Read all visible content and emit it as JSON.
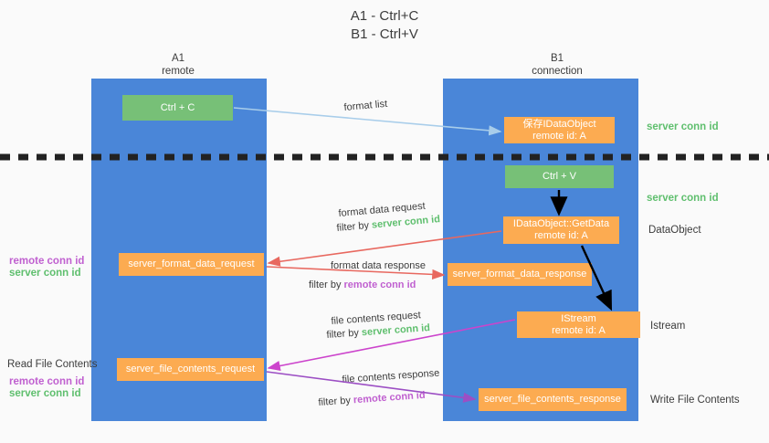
{
  "title": {
    "line1": "A1 - Ctrl+C",
    "line2": "B1 - Ctrl+V"
  },
  "columns": [
    {
      "name": "A1",
      "sub": "remote"
    },
    {
      "name": "B1",
      "sub": "connection"
    }
  ],
  "colors": {
    "lane": "#4a86d8",
    "green_box": "#77c077",
    "orange_box": "#fcab51",
    "server_conn_id": "#5fbf6e",
    "remote_conn_id": "#c060d0",
    "blue_arrow": "#a8cdea",
    "red_arrow": "#e8685f",
    "magenta_arrow": "#cc44cc",
    "purple_arrow": "#9c4fc4",
    "black_arrow": "#000000",
    "background": "#fafafa"
  },
  "boxes": {
    "ctrl_c": "Ctrl + C",
    "ctrl_v": "Ctrl + V",
    "save_dataobject": "保存IDataObject\nremote id: A",
    "getdata": "IDataObject::GetData\nremote id: A",
    "istream": "IStream\nremote id: A",
    "server_format_data_request": "server_format_data_request",
    "server_format_data_response": "server_format_data_response",
    "server_file_contents_request": "server_file_contents_request",
    "server_file_contents_response": "server_file_contents_response"
  },
  "right_labels": {
    "server_conn_id_1": "server conn id",
    "server_conn_id_2": "server conn id",
    "dataobject": "DataObject",
    "istream": "Istream",
    "write_file_contents": "Write File Contents"
  },
  "left_labels": {
    "remote_conn_id_1": "remote conn id",
    "server_conn_id_1": "server conn id",
    "read_file_contents": "Read File Contents",
    "remote_conn_id_2": "remote conn id",
    "server_conn_id_2": "server conn id"
  },
  "mid_labels": {
    "format_list": "format list",
    "format_data_request": "format data request",
    "format_data_request_filter_prefix": "filter by ",
    "format_data_request_filter_value": "server conn id",
    "format_data_response": "format data response",
    "format_data_response_filter_prefix": "filter by ",
    "format_data_response_filter_value": "remote conn id",
    "file_contents_request": "file contents request",
    "file_contents_request_filter_prefix": "filter by ",
    "file_contents_request_filter_value": "server conn id",
    "file_contents_response": "file contents response",
    "file_contents_response_filter_prefix": "filter by ",
    "file_contents_response_filter_value": "remote conn id"
  }
}
